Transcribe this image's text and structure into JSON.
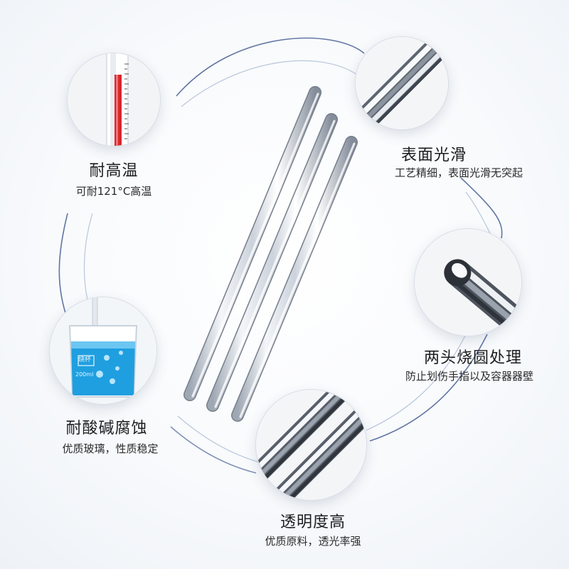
{
  "features": {
    "heat": {
      "title": "耐高温",
      "sub": "可耐121°C高温"
    },
    "smooth": {
      "title": "表面光滑",
      "sub": "工艺精细，表面光滑无突起"
    },
    "rounded": {
      "title": "两头烧圆处理",
      "sub": "防止划伤手指以及容器器壁"
    },
    "acid": {
      "title": "耐酸碱腐蚀",
      "sub": "优质玻璃，性质稳定"
    },
    "clear": {
      "title": "透明度高",
      "sub": "优质原料，透光率强"
    }
  },
  "beaker_label": "烧杯",
  "beaker_volume": "200ml",
  "colors": {
    "accent_blue": "#1f9fe0",
    "thermometer_red": "#d9252a",
    "arc": "#2f4a86"
  }
}
